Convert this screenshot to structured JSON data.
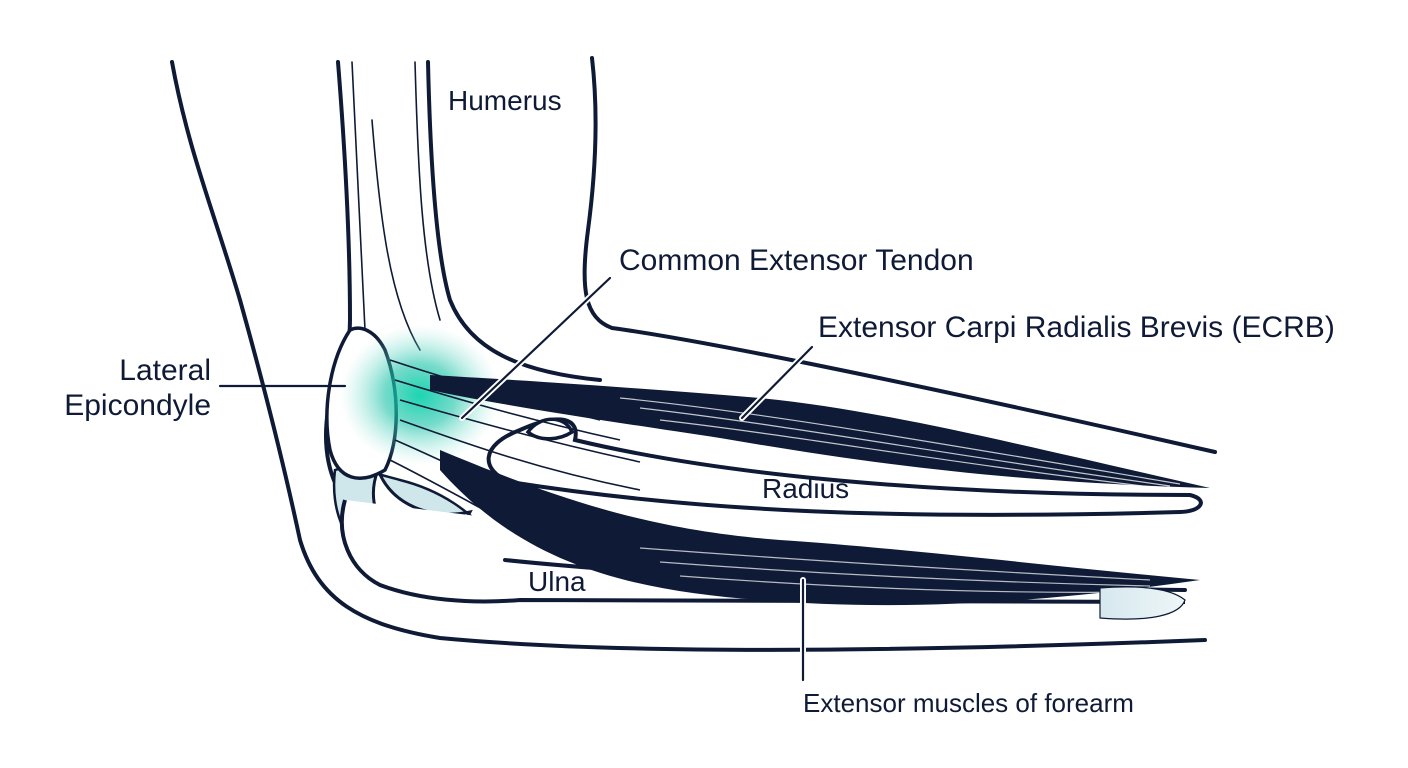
{
  "labels": {
    "humerus": "Humerus",
    "common_extensor_tendon": "Common Extensor Tendon",
    "ecrb": "Extensor Carpi Radialis Brevis (ECRB)",
    "lateral_line1": "Lateral",
    "lateral_line2": "Epicondyle",
    "radius": "Radius",
    "ulna": "Ulna",
    "extensor_muscles": "Extensor muscles of forearm"
  },
  "colors": {
    "outline": "#0f1b36",
    "muscle": "#0f1b36",
    "tendon_highlight": "#19c3a6",
    "soft_tissue": "#cfe7ea",
    "background": "#ffffff"
  }
}
